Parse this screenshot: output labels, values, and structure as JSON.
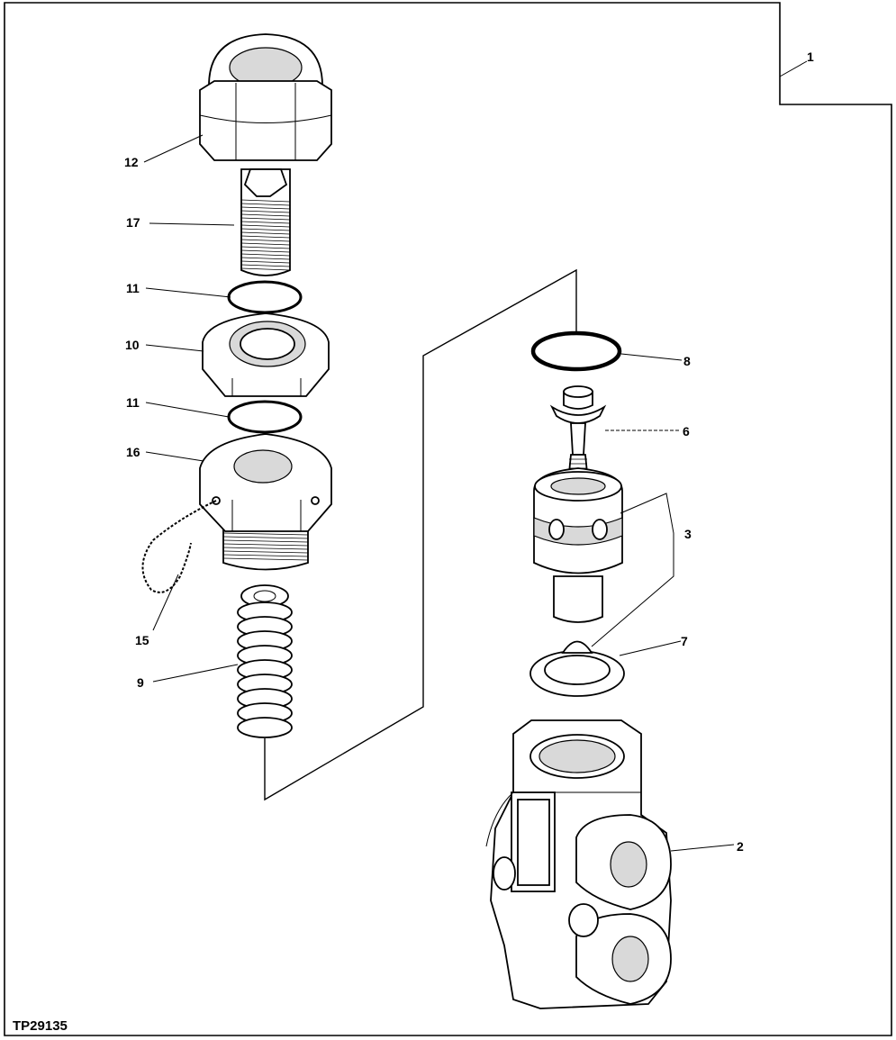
{
  "figure_id": "TP29135",
  "callouts": [
    {
      "id": "c1",
      "label": "1"
    },
    {
      "id": "c2",
      "label": "2"
    },
    {
      "id": "c3",
      "label": "3"
    },
    {
      "id": "c6",
      "label": "6"
    },
    {
      "id": "c7",
      "label": "7"
    },
    {
      "id": "c8",
      "label": "8"
    },
    {
      "id": "c9",
      "label": "9"
    },
    {
      "id": "c10",
      "label": "10"
    },
    {
      "id": "c11a",
      "label": "11"
    },
    {
      "id": "c11b",
      "label": "11"
    },
    {
      "id": "c12",
      "label": "12"
    },
    {
      "id": "c15",
      "label": "15"
    },
    {
      "id": "c16",
      "label": "16"
    },
    {
      "id": "c17",
      "label": "17"
    }
  ]
}
